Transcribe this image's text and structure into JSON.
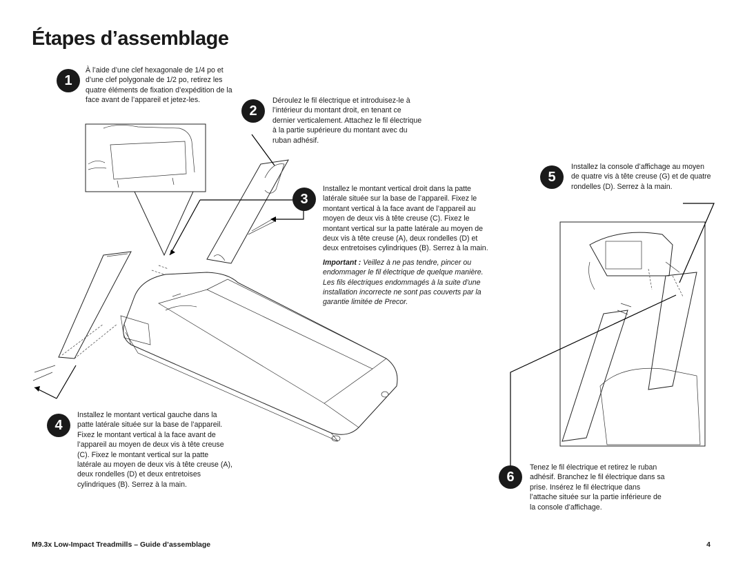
{
  "title": "Étapes d’assemblage",
  "steps": [
    {
      "number": "1",
      "text": "À l’aide d’une clef hexagonale de 1/4 po et d’une clef polygonale de 1/2 po, retirez les quatre éléments de fixation d’expédition de la face avant de l’appareil et jetez-les."
    },
    {
      "number": "2",
      "text": "Déroulez le fil électrique et introduisez-le à l’intérieur du montant droit, en tenant ce dernier verticalement. Attachez le fil électrique à la partie supérieure du montant avec du ruban adhésif."
    },
    {
      "number": "3",
      "text": "Installez le montant vertical droit dans la patte latérale située sur la base de l’appareil. Fixez le montant vertical à la face avant de l’appareil au moyen de deux vis à tête creuse (C). Fixez le montant vertical sur la patte latérale au moyen de deux vis à tête creuse (A), deux rondelles (D) et deux entretoises cylindriques (B). Serrez à la main.",
      "note_label": "Important :",
      "note_text": "Veillez à ne pas tendre, pincer ou endommager le fil électrique de quelque manière. Les fils électriques endommagés à la suite d’une installation incorrecte ne sont pas couverts par la garantie limitée de Precor."
    },
    {
      "number": "4",
      "text": "Installez le montant vertical gauche dans la patte latérale située sur la base de l’appareil. Fixez le montant vertical à la face avant de l’appareil au moyen de deux vis à tête creuse (C). Fixez le montant vertical sur la patte latérale au moyen de deux vis à tête creuse (A), deux rondelles (D) et deux entretoises cylindriques (B). Serrez à la main."
    },
    {
      "number": "5",
      "text": "Installez la console d’affichage au moyen de quatre vis à tête creuse (G) et de quatre rondelles (D). Serrez à la main."
    },
    {
      "number": "6",
      "text": "Tenez le fil électrique et retirez le ruban adhésif. Branchez le fil électrique dans sa prise. Insérez le fil électrique dans l’attache située sur la partie inférieure de la console d’affichage."
    }
  ],
  "footer": {
    "left": "M9.3x Low-Impact Treadmills – Guide d’assemblage",
    "page_number": "4"
  }
}
